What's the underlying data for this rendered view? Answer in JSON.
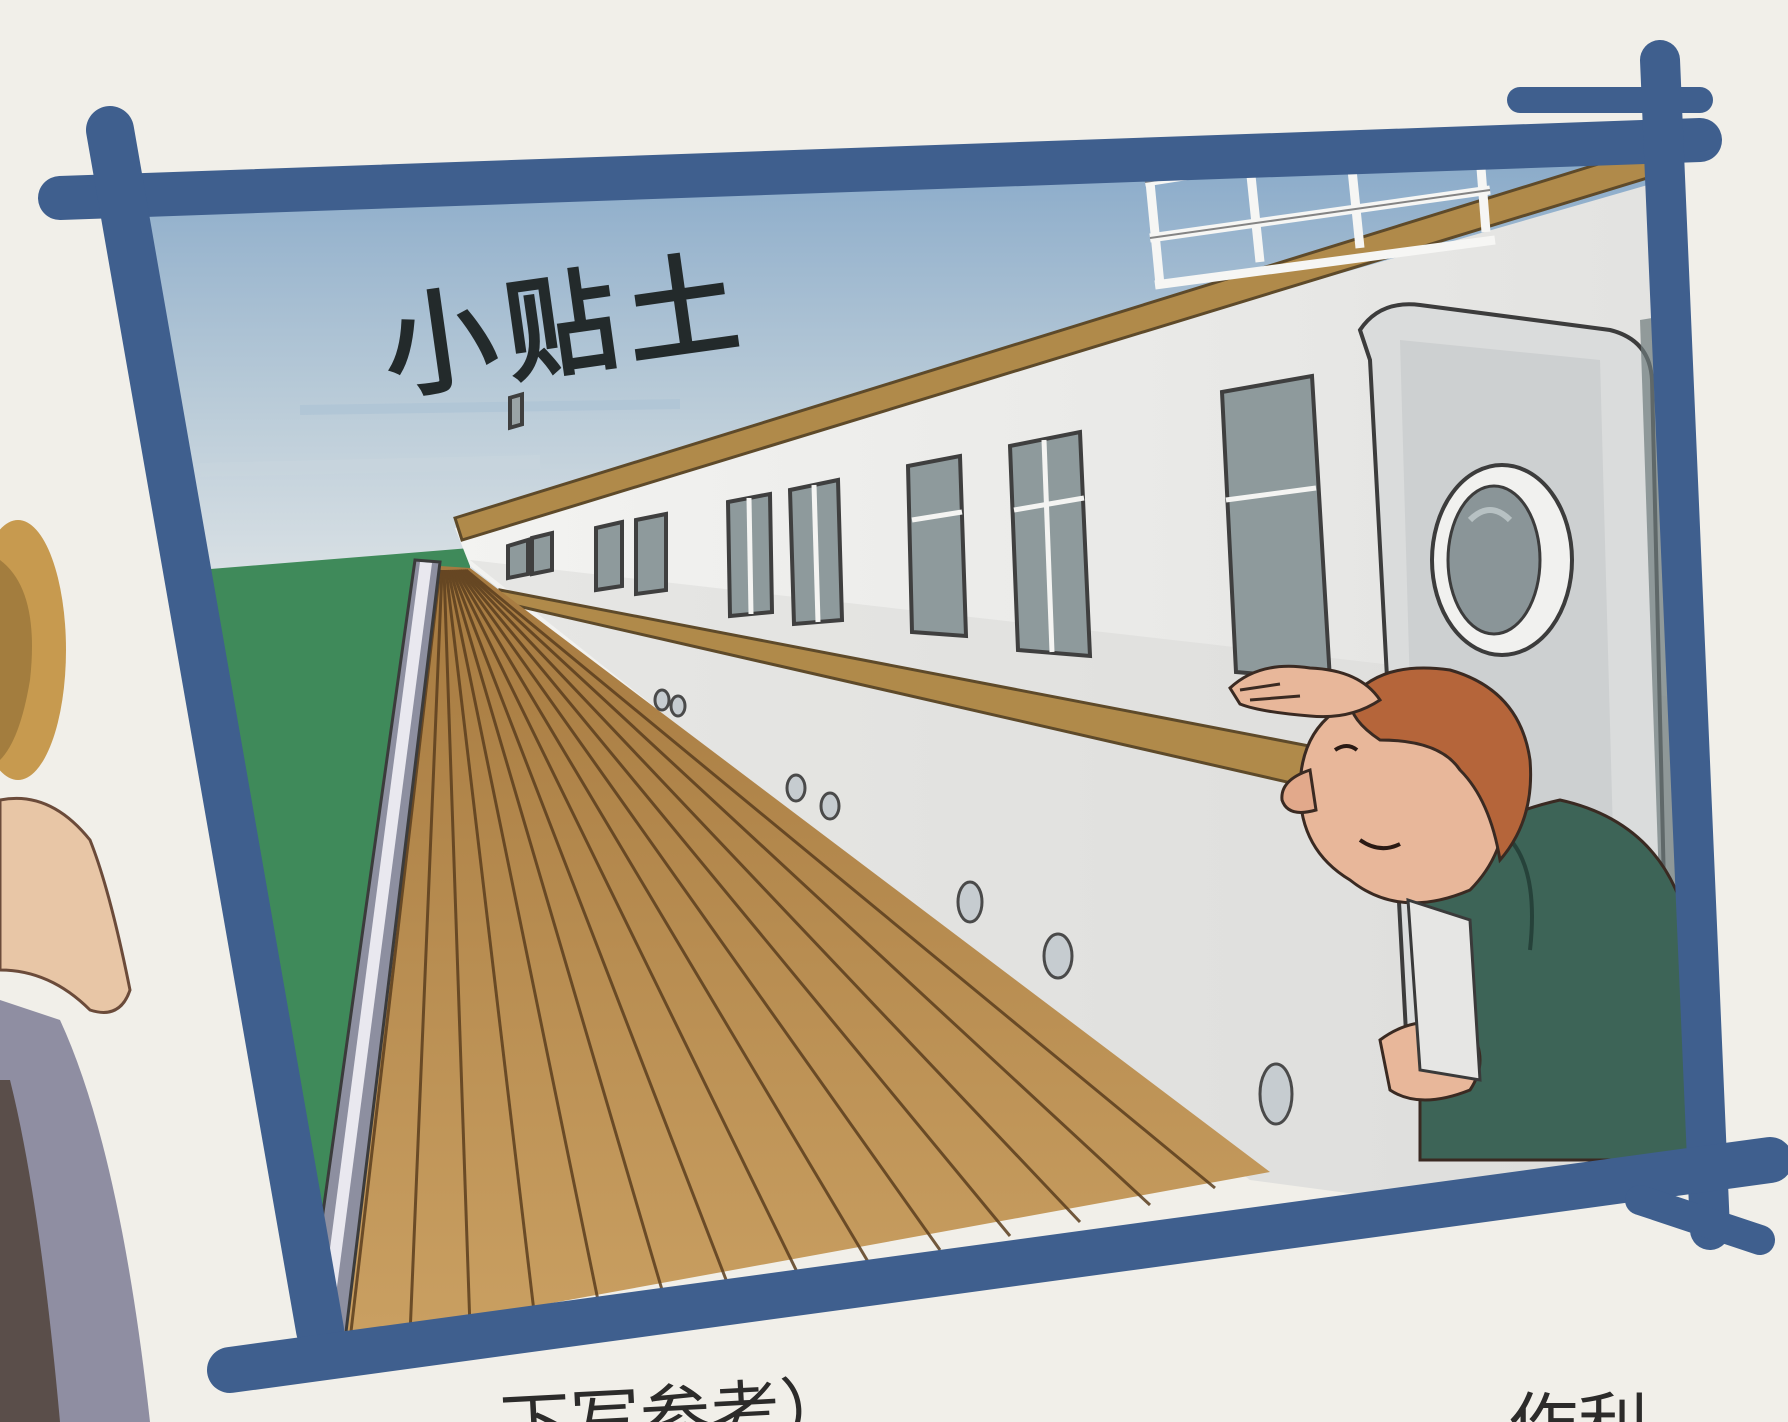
{
  "title": "小贴土",
  "caption": "下写参考）",
  "caption_right": "作利",
  "colors": {
    "frame": "#3f5f8e",
    "sky": "#9fbcd4",
    "sea": "#3f8a5a",
    "deck": "#b88a4c",
    "hull": "#ececea",
    "rail": "#b08a4a",
    "hair": "#b5653a",
    "jacket": "#3d6457",
    "paper": "#f1efe9"
  }
}
